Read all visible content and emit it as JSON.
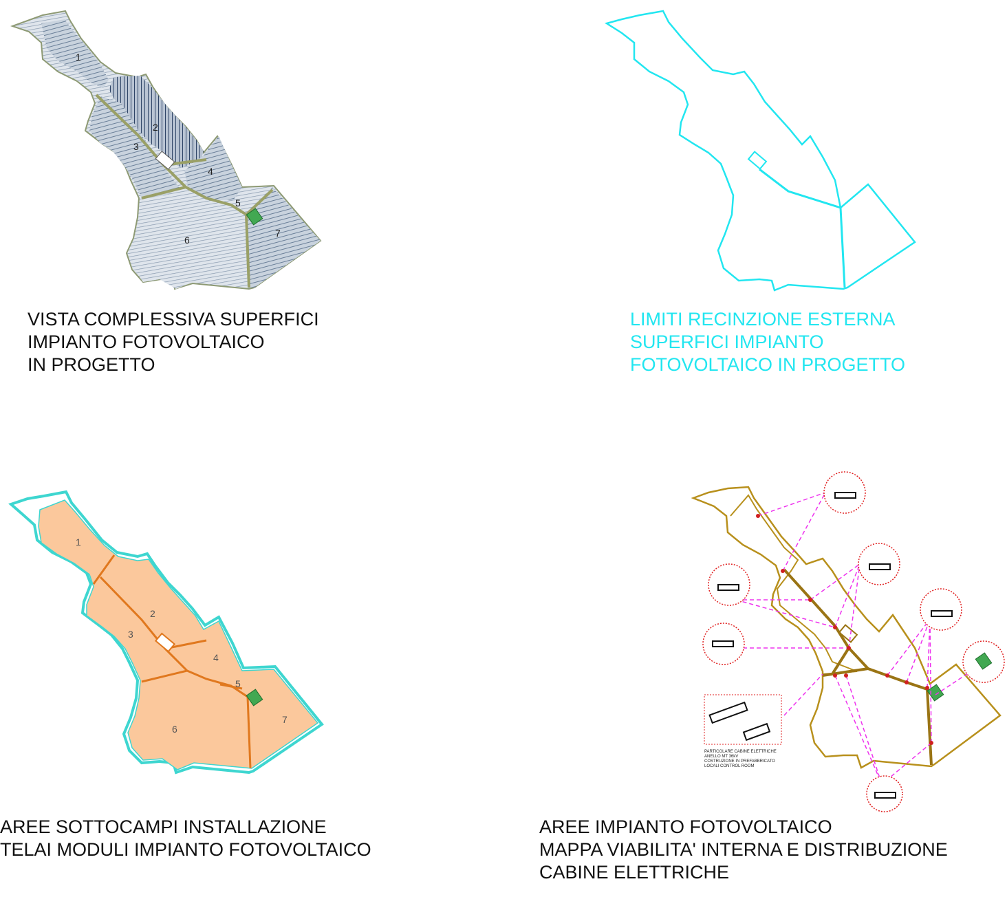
{
  "panels": {
    "overview": {
      "caption": [
        "VISTA COMPLESSIVA SUPERFICI",
        "IMPIANTO FOTOVOLTAICO",
        "IN PROGETTO"
      ],
      "area_labels": [
        "1",
        "2",
        "3",
        "4",
        "5",
        "6",
        "7"
      ]
    },
    "fence": {
      "caption": [
        "LIMITI RECINZIONE ESTERNA",
        "SUPERFICI IMPIANTO",
        "FOTOVOLTAICO IN PROGETTO"
      ],
      "color": "#22e6f0"
    },
    "subfields": {
      "caption": [
        "AREE SOTTOCAMPI INSTALLAZIONE",
        "TELAI MODULI IMPIANTO FOTOVOLTAICO"
      ],
      "area_labels": [
        "1",
        "2",
        "3",
        "4",
        "5",
        "6",
        "7"
      ],
      "fill": "#fbc89c",
      "outline": "#3ed6d0",
      "road": "#e0781e"
    },
    "roads": {
      "caption": [
        "AREE IMPIANTO FOTOVOLTAICO",
        "MAPPA VIABILITA' INTERNA E DISTRIBUZIONE",
        "CABINE ELETTRICHE"
      ],
      "detail_note": [
        "PARTICOLARE CABINE ELETTRICHE",
        "ANELLO MT 36kV",
        "COSTRUZIONE IN PREFABBRICATO",
        "LOCALI CONTROL ROOM"
      ],
      "outline": "#b8901c",
      "link": "#ee33ee",
      "circle": "#e02020"
    }
  }
}
